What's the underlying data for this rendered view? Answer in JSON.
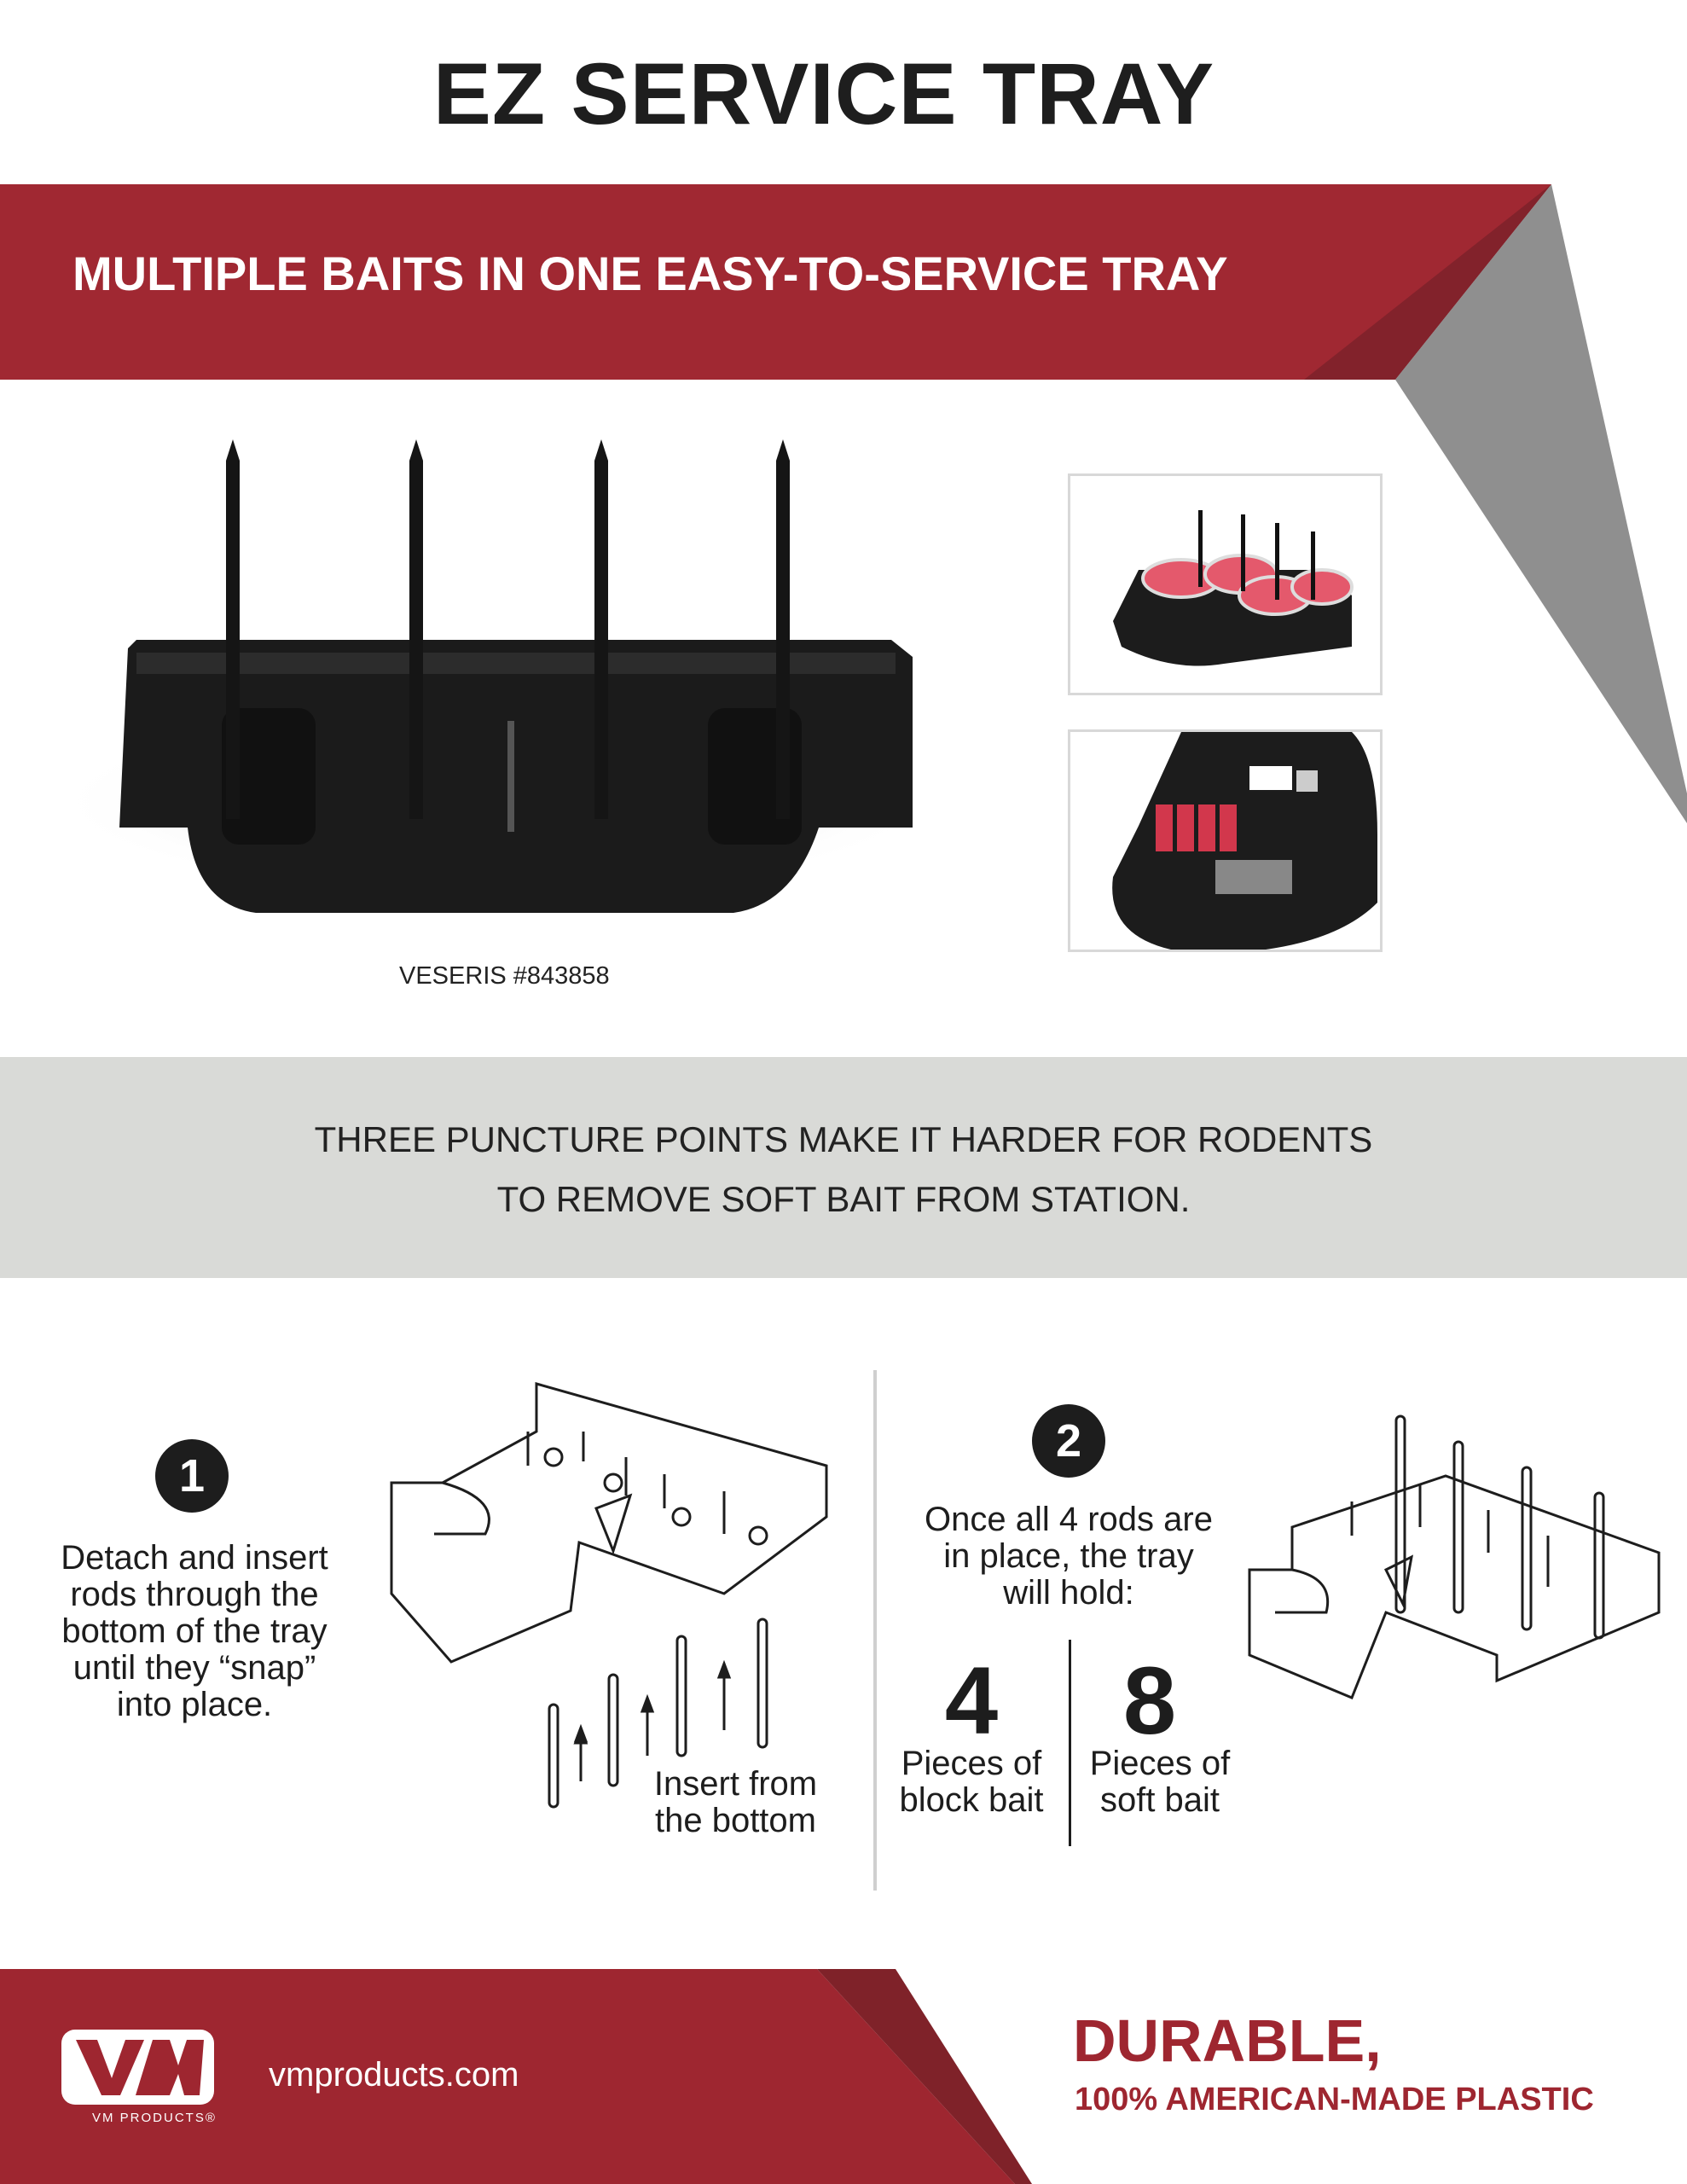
{
  "title": "EZ SERVICE TRAY",
  "banner": "MULTIPLE BAITS IN ONE EASY-TO-SERVICE TRAY",
  "product_caption": "VESERIS #843858",
  "feature": {
    "line1": "THREE PUNCTURE POINTS MAKE IT HARDER FOR RODENTS",
    "line2": "TO REMOVE SOFT BAIT FROM STATION."
  },
  "step1": {
    "number": "1",
    "lines": [
      "Detach and insert",
      "rods through the",
      "bottom of the tray",
      "until they “snap”",
      "into place."
    ],
    "diagram_label": [
      "Insert from",
      "the bottom"
    ]
  },
  "step2": {
    "number": "2",
    "lines": [
      "Once all 4 rods are",
      "in place, the tray",
      "will hold:"
    ],
    "block": {
      "count": "4",
      "label": [
        "Pieces of",
        "block bait"
      ]
    },
    "soft": {
      "count": "8",
      "label": [
        "Pieces of",
        "soft bait"
      ]
    }
  },
  "footer": {
    "logo_text": "VM",
    "logo_sub": "VM PRODUCTS®",
    "website": "vmproducts.com",
    "headline": "DURABLE,",
    "subline": "100% AMERICAN-MADE PLASTIC"
  },
  "colors": {
    "brand_red": "#9e2630",
    "dark_red": "#7f2229",
    "gray": "#8f8f8f",
    "band": "#d9dad7"
  }
}
